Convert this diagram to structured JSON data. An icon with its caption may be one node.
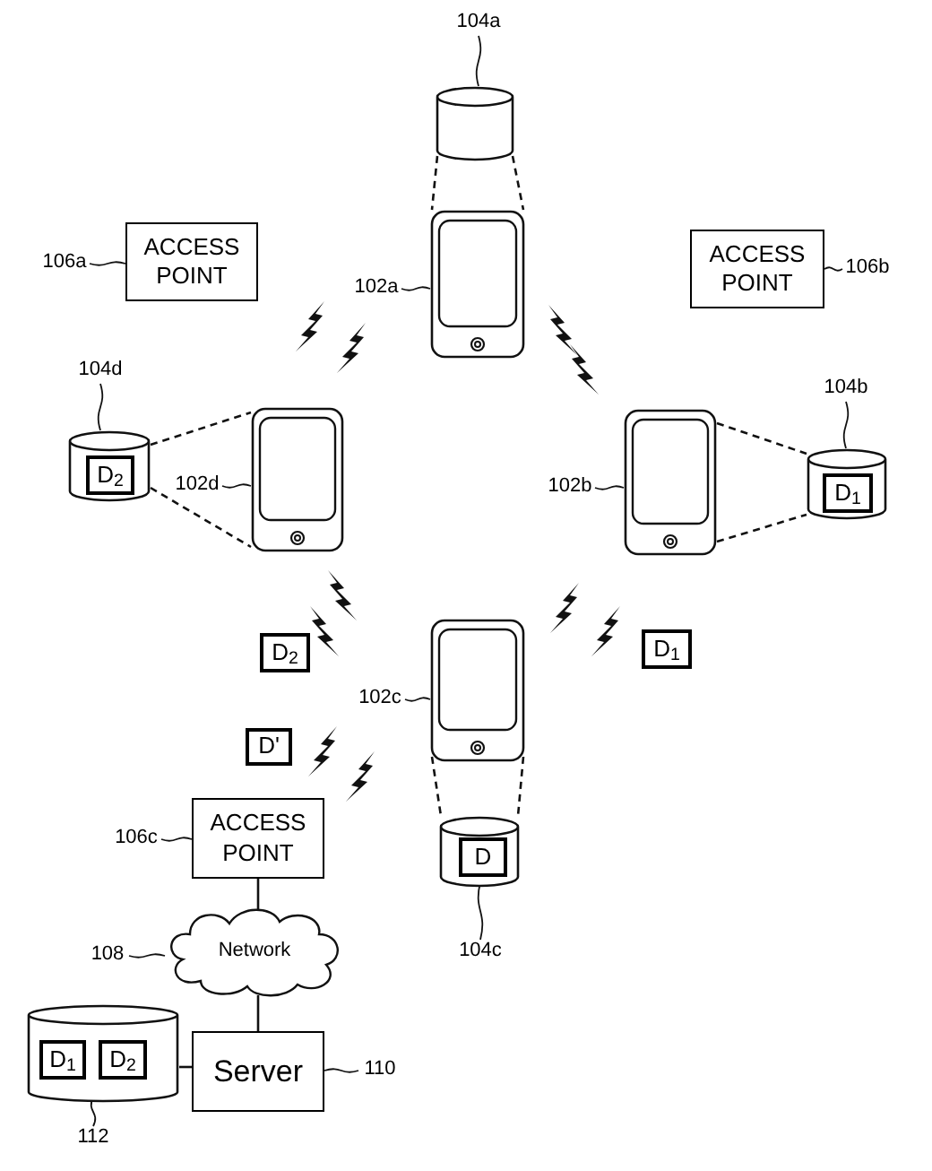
{
  "diagram": {
    "nodes": [
      {
        "text": [
          "104a"
        ]
      },
      {
        "text": [],
        "shape": "cylinder"
      },
      {
        "text": [
          "ACCESS POINT"
        ]
      },
      {
        "text": [
          "106a"
        ]
      },
      {
        "text": [
          "ACCESS POINT"
        ]
      },
      {
        "text": [
          "106b"
        ]
      },
      {
        "text": [],
        "shape": "phone"
      },
      {
        "text": [
          "102a"
        ]
      },
      {
        "text": [
          "104d"
        ]
      },
      {
        "text": [
          "104b"
        ]
      },
      {
        "text": [],
        "shape": "cylinder"
      },
      {
        "text": [
          "D$_{2}$"
        ],
        "in": 10
      },
      {
        "text": [
          "102d"
        ]
      },
      {
        "text": [],
        "shape": "phone"
      },
      {
        "text": [
          "102b"
        ]
      },
      {
        "text": [],
        "shape": "phone"
      },
      {
        "text": [],
        "shape": "cylinder"
      },
      {
        "text": [
          "D$_{1}$"
        ],
        "in": 16
      },
      {
        "text": [
          "D$_{2}$"
        ]
      },
      {
        "text": [
          "D$_{1}$"
        ]
      },
      {
        "text": [],
        "shape": "phone"
      },
      {
        "text": [
          "102c"
        ]
      },
      {
        "text": [
          "D'"
        ]
      },
      {
        "text": [
          "ACCESS POINT"
        ]
      },
      {
        "text": [
          "106c"
        ]
      },
      {
        "text": [],
        "shape": "cylinder"
      },
      {
        "text": [
          "D"
        ],
        "in": 25
      },
      {
        "text": [
          "Network"
        ]
      },
      {
        "text": [
          "108"
        ]
      },
      {
        "text": [
          "104c"
        ]
      },
      {
        "text": [],
        "shape": "cylinder"
      },
      {
        "text": [
          "D$_{1}$"
        ],
        "in": 30
      },
      {
        "text": [
          "D$_{2}$"
        ],
        "in": 30
      },
      {
        "text": [
          "Server"
        ]
      },
      {
        "text": [
          "110"
        ]
      },
      {
        "text": [
          "112"
        ]
      }
    ],
    "edges": [
      {
        "from": 1,
        "to": 6,
        "arrow": "none",
        "style": "dashed"
      },
      {
        "from": 10,
        "to": 13,
        "arrow": "none",
        "style": "dashed"
      },
      {
        "from": 15,
        "to": 16,
        "arrow": "none",
        "style": "dashed"
      },
      {
        "from": 20,
        "to": 25,
        "arrow": "none",
        "style": "dashed"
      },
      {
        "from": 23,
        "to": 27,
        "arrow": "none"
      },
      {
        "from": 27,
        "to": 33,
        "arrow": "none"
      },
      {
        "from": 30,
        "to": 33,
        "arrow": "none"
      },
      {
        "from": 0,
        "to": 1,
        "arrow": "none"
      },
      {
        "from": 3,
        "to": 2,
        "arrow": "none"
      },
      {
        "from": 5,
        "to": 4,
        "arrow": "none"
      },
      {
        "from": 7,
        "to": 6,
        "arrow": "none"
      },
      {
        "from": 8,
        "to": 10,
        "arrow": "none"
      },
      {
        "from": 9,
        "to": 16,
        "arrow": "none"
      },
      {
        "from": 12,
        "to": 13,
        "arrow": "none"
      },
      {
        "from": 14,
        "to": 15,
        "arrow": "none"
      },
      {
        "from": 21,
        "to": 20,
        "arrow": "none"
      },
      {
        "from": 24,
        "to": 23,
        "arrow": "none"
      },
      {
        "from": 28,
        "to": 27,
        "arrow": "none"
      },
      {
        "from": 29,
        "to": 25,
        "arrow": "none"
      },
      {
        "from": 34,
        "to": 33,
        "arrow": "none"
      },
      {
        "from": 35,
        "to": 30,
        "arrow": "none"
      },
      {
        "from": 6,
        "to": 13,
        "arrow": "none"
      },
      {
        "from": 6,
        "to": 15,
        "arrow": "none"
      },
      {
        "from": 13,
        "to": 20,
        "arrow": "none"
      },
      {
        "from": 15,
        "to": 20,
        "arrow": "none"
      },
      {
        "from": 20,
        "to": 23,
        "arrow": "none"
      }
    ]
  }
}
